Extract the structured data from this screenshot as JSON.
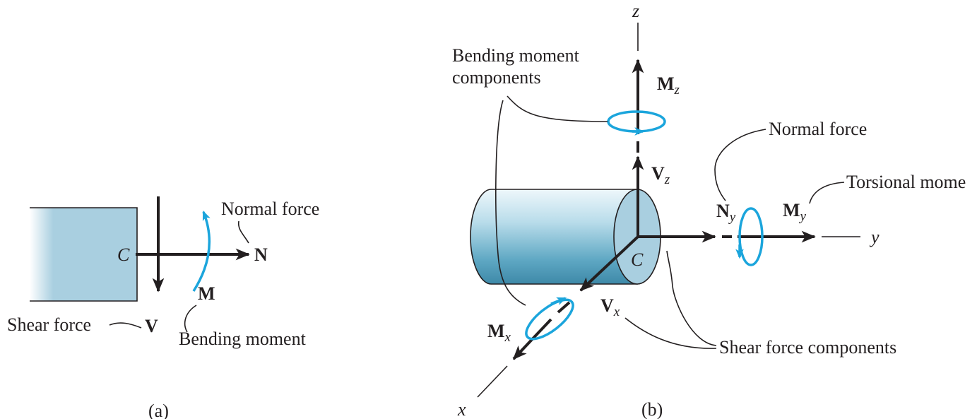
{
  "panel_a": {
    "section_center": "C",
    "normal_force_symbol": "N",
    "shear_force_symbol": "V",
    "moment_symbol": "M",
    "normal_force_label": "Normal force",
    "shear_force_label": "Shear force",
    "bending_moment_label": "Bending moment",
    "caption": "(a)"
  },
  "panel_b": {
    "section_center": "C",
    "axis_x": "x",
    "axis_y": "y",
    "axis_z": "z",
    "bending_label_line1": "Bending moment",
    "bending_label_line2": "components",
    "normal_force_label": "Normal force",
    "torsional_label": "Torsional mome",
    "shear_components_label": "Shear force components",
    "mz": {
      "base": "M",
      "sub": "z"
    },
    "vz": {
      "base": "V",
      "sub": "z"
    },
    "ny": {
      "base": "N",
      "sub": "y"
    },
    "my": {
      "base": "M",
      "sub": "y"
    },
    "vx": {
      "base": "V",
      "sub": "x"
    },
    "mx": {
      "base": "M",
      "sub": "x"
    },
    "caption": "(b)"
  },
  "colors": {
    "section_fill": "#a9cfe0",
    "moment_arrow": "#1ba5dc",
    "ink": "#231f20"
  }
}
